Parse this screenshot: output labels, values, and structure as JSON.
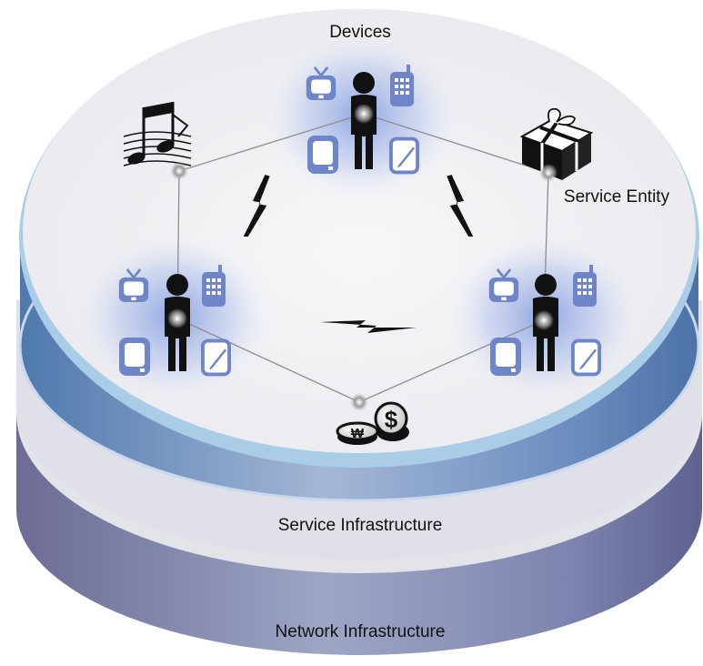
{
  "labels": {
    "devices": "Devices",
    "service_entity": "Service Entity",
    "service_infrastructure": "Service Infrastructure",
    "network_infrastructure": "Network Infrastructure"
  },
  "icons": {
    "music": "music-notes-icon",
    "gift": "gift-box-icon",
    "money": "coins-icon",
    "tv": "tv-icon",
    "phone": "mobile-phone-icon",
    "tablet": "tablet-icon",
    "pda": "pda-icon",
    "person": "person-icon",
    "wireless": "lightning-bolt-icon"
  },
  "colors": {
    "top_surface": "#f0f0f2",
    "top_rim": "#a9cde6",
    "service_layer": "#5a85b8",
    "network_layer": "#6e6f9c",
    "device_icon": "#6e86c8",
    "glow": "#8aa4e0"
  }
}
